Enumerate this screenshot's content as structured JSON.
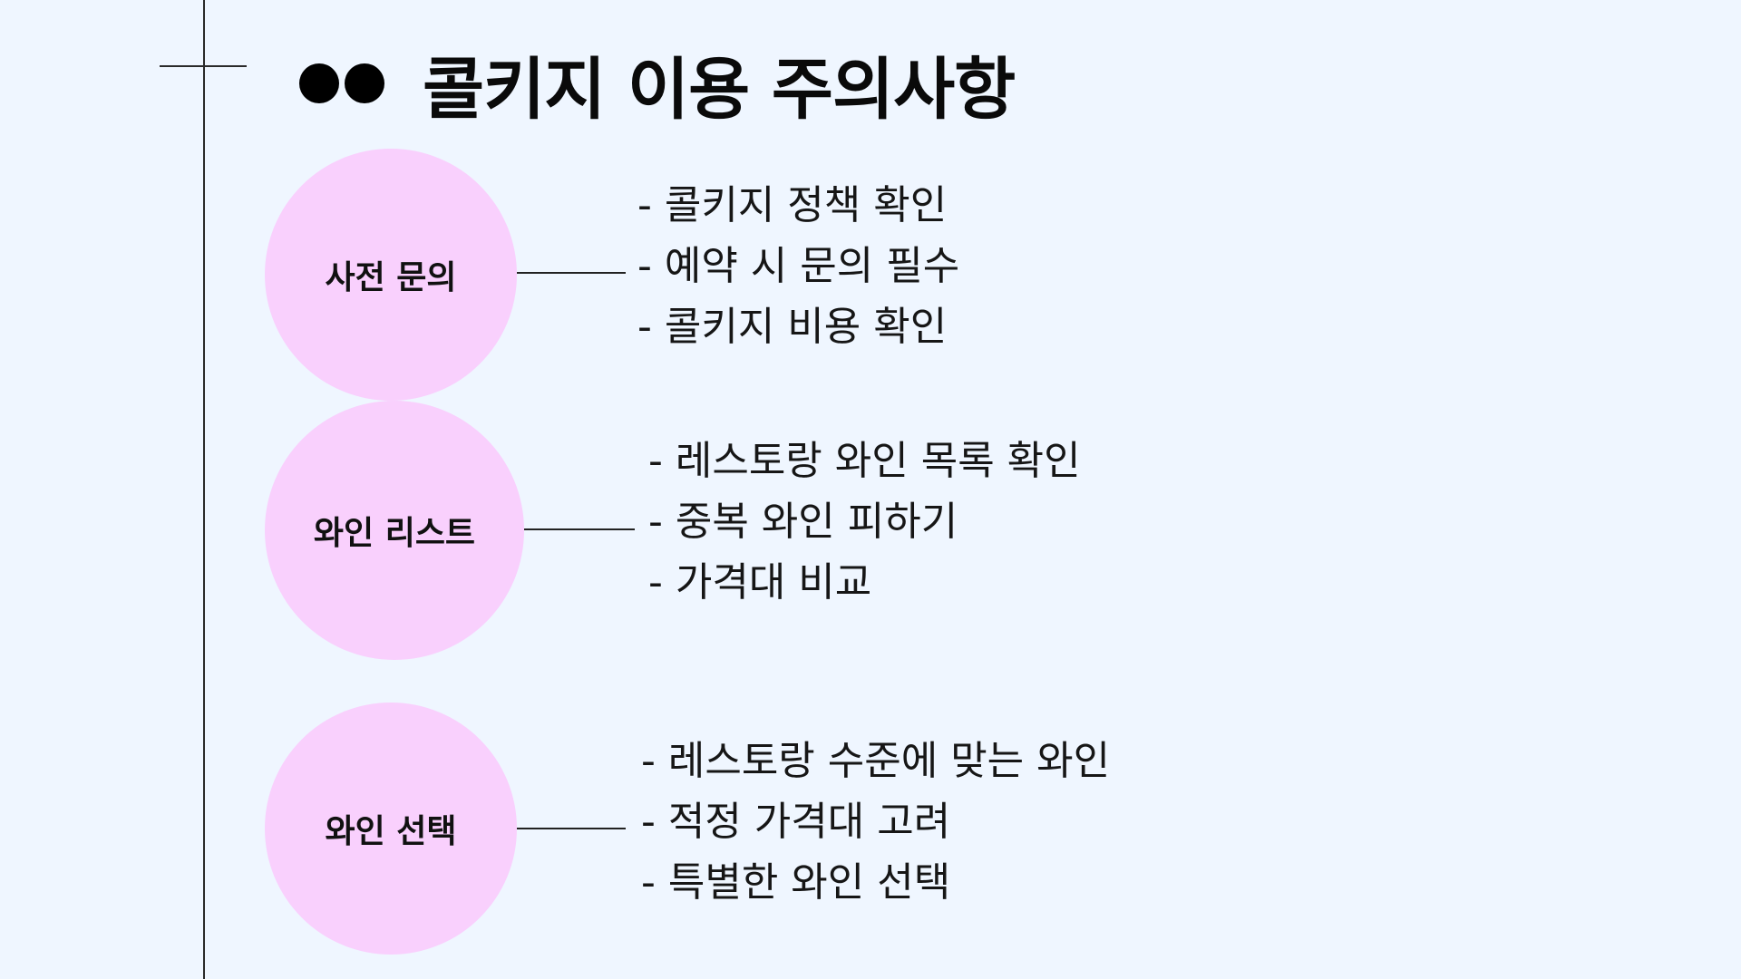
{
  "title": "콜키지 이용 주의사항",
  "colors": {
    "background": "#eff6ff",
    "circle_fill": "#f9d0fd",
    "text": "#111111",
    "lines": "#222222"
  },
  "sections": [
    {
      "label": "사전 문의",
      "items": [
        "- 콜키지 정책 확인",
        "- 예약 시 문의 필수",
        "- 콜키지 비용 확인"
      ]
    },
    {
      "label": "와인 리스트",
      "items": [
        "- 레스토랑 와인 목록 확인",
        "- 중복 와인 피하기",
        "- 가격대 비교"
      ]
    },
    {
      "label": "와인 선택",
      "items": [
        "- 레스토랑 수준에 맞는 와인",
        "- 적정 가격대 고려",
        "- 특별한 와인 선택"
      ]
    }
  ]
}
